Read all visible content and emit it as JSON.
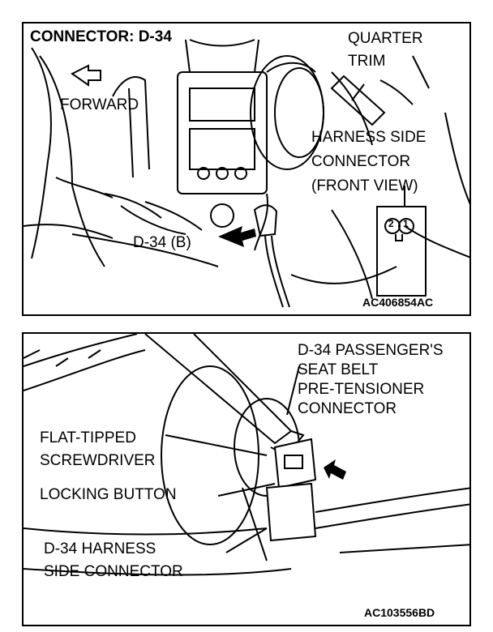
{
  "top_panel": {
    "connector_title": "CONNECTOR: D-34",
    "quarter_trim_line1": "QUARTER",
    "quarter_trim_line2": "TRIM",
    "forward": "FORWARD",
    "harness_line1": "HARNESS SIDE",
    "harness_line2": "CONNECTOR",
    "harness_line3": "(FRONT VIEW)",
    "pin_2": "2",
    "pin_1": "1",
    "d34b": "D-34 (B)",
    "code": "AC406854AC"
  },
  "bottom_panel": {
    "passenger_line1": "D-34 PASSENGER'S",
    "passenger_line2": "SEAT BELT",
    "passenger_line3": "PRE-TENSIONER",
    "passenger_line4": "CONNECTOR",
    "flat_line1": "FLAT-TIPPED",
    "flat_line2": "SCREWDRIVER",
    "locking_button": "LOCKING BUTTON",
    "harness_line1": "D-34 HARNESS",
    "harness_line2": "SIDE CONNECTOR",
    "code": "AC103556BD"
  }
}
